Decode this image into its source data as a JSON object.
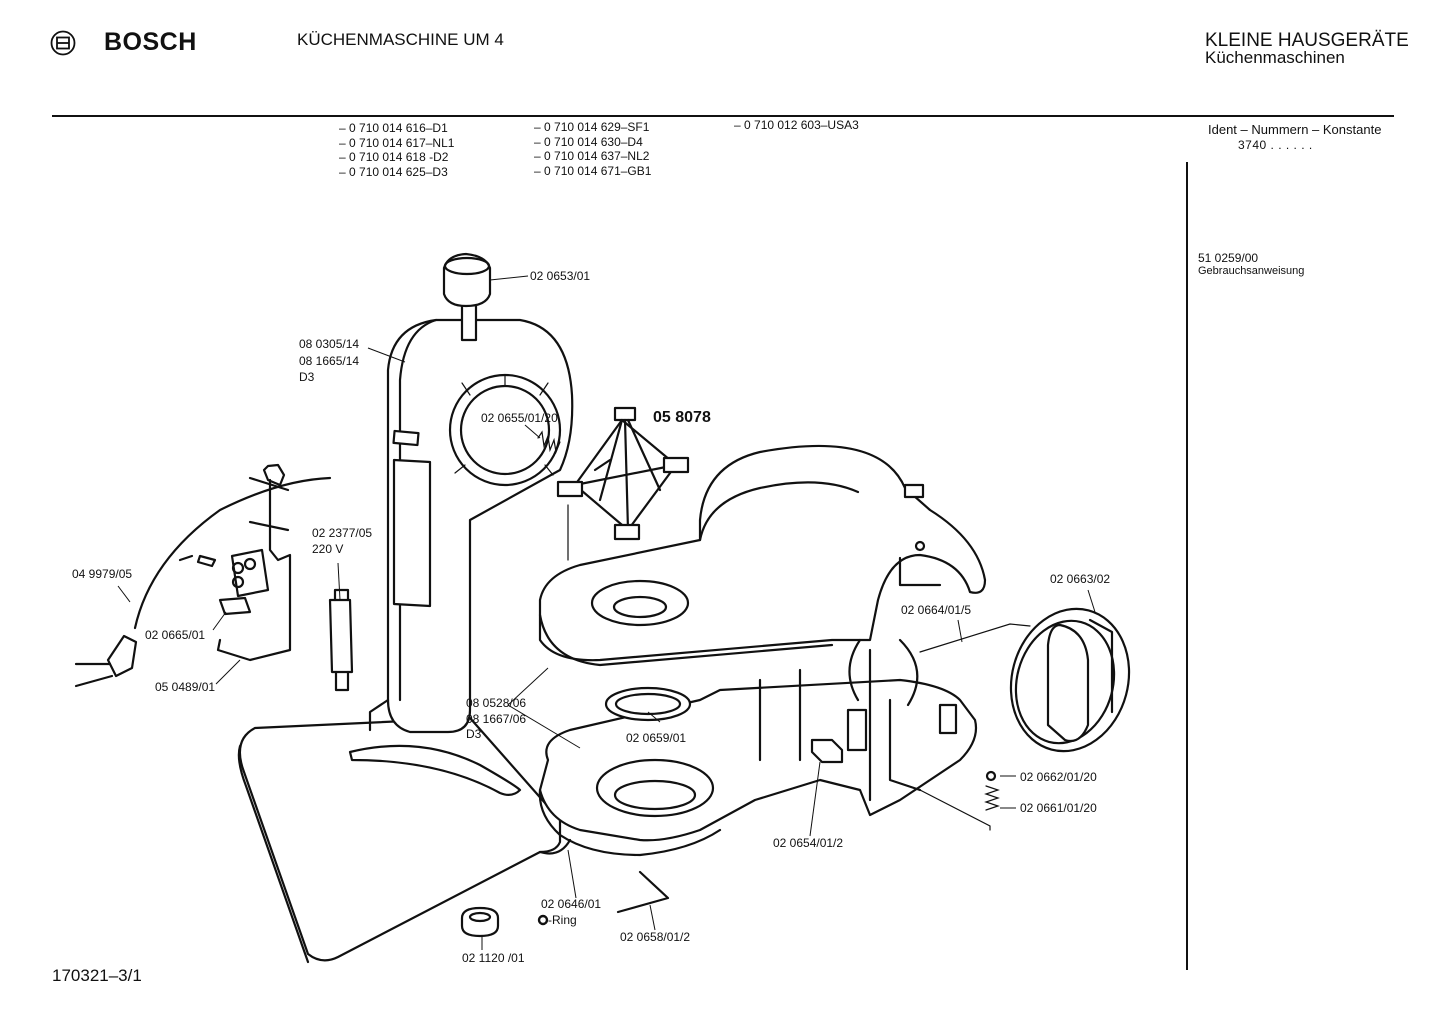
{
  "header": {
    "brand": "BOSCH",
    "title": "KÜCHENMASCHINE UM 4",
    "category_line1": "KLEINE HAUSGERÄTE",
    "category_line2": "Küchenmaschinen"
  },
  "variants": {
    "col1": [
      "– 0 710 014 616–D1",
      "– 0 710 014 617–NL1",
      "– 0 710 014 618 -D2",
      "– 0 710 014 625–D3"
    ],
    "col2": [
      "– 0 710 014 629–SF1",
      "– 0 710 014 630–D4",
      "– 0 710 014 637–NL2",
      "– 0 710 014 671–GB1"
    ],
    "col3": [
      "– 0 710 012 603–USA3"
    ]
  },
  "sidebar": {
    "ident_label": "Ident – Nummern – Konstante",
    "ident_value": "3740  .  .  .  .  .  .",
    "doc_number": "51 0259/00",
    "doc_name": "Gebrauchsanweisung"
  },
  "parts": {
    "knob": "02 0653/01",
    "housing_1": "08 0305/14",
    "housing_2": "08 1665/14",
    "housing_3": "D3",
    "spring_top": "02 0655/01/20",
    "whisk": "05 8078",
    "capacitor_1": "02 2377/05",
    "capacitor_2": "220 V",
    "cable": "04 9979/05",
    "switch_block": "02 0665/01",
    "bracket": "05 0489/01",
    "lower_housing_1": "08 0528/06",
    "lower_housing_2": "08 1667/06",
    "lower_housing_3": "D3",
    "ring_seal": "02 0659/01",
    "end_cap": "02 0663/02",
    "wire_spring": "02 0664/01/5",
    "washer": "02 0662/01/20",
    "coil_spring": "02 0661/01/20",
    "slider": "02 0654/01/2",
    "o_ring_1": "02 0646/01",
    "o_ring_2": "-Ring",
    "hex_key": "02 0658/01/2",
    "foot": "02 1120 /01"
  },
  "footer": {
    "drawing_number": "170321–3/1"
  }
}
